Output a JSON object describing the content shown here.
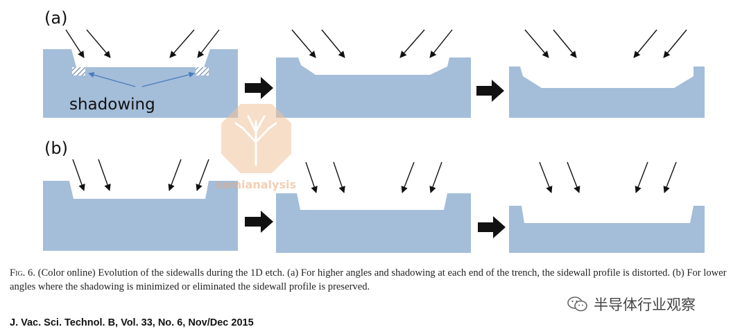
{
  "figure": {
    "panel_a_label": "(a)",
    "panel_b_label": "(b)",
    "shadowing_label": "shadowing",
    "colors": {
      "substrate": "#a4bdd9",
      "arrow": "#111111",
      "annotation": "#4a7bc0",
      "watermark": "#f2c49c"
    },
    "watermark_text": "semianalysis"
  },
  "caption": {
    "label": "Fig. 6.",
    "text": "(Color online) Evolution of the sidewalls during the 1D etch. (a) For higher angles and shadowing at each end of the trench, the sidewall profile is distorted. (b) For lower angles where the shadowing is minimized or eliminated the sidewall profile is preserved."
  },
  "wechat": {
    "icon": "wechat-icon",
    "account": "半导体行业观察"
  },
  "citation": "J. Vac. Sci. Technol. B, Vol. 33, No. 6, Nov/Dec 2015"
}
